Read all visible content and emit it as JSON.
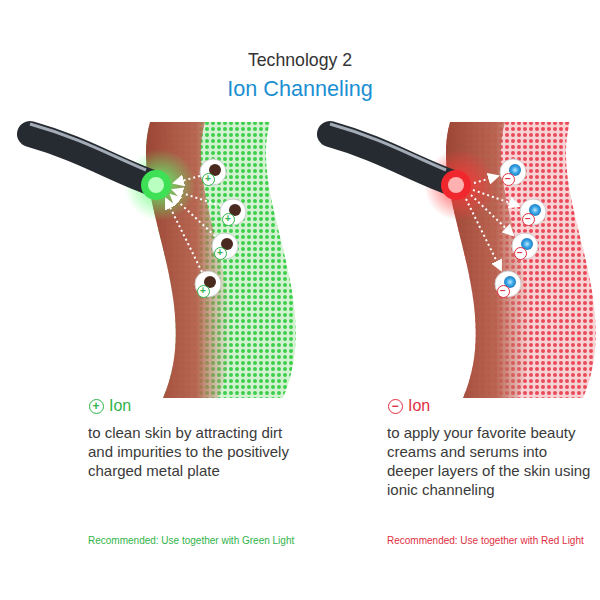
{
  "diagram": {
    "title": "Technology 2",
    "labels": [
      "Ion Channeling",
      "+",
      "+",
      "+",
      "+",
      "−",
      "−",
      "−",
      "−",
      "+",
      "Ion",
      "to clean skin by attracting dirt and impurities to the positively charged metal plate",
      "Recommended: Use together with Green Light",
      "−",
      "Ion",
      "to apply your favorite beauty creams and serums into deeper layers of the skin using ionic channeling",
      "Recommended: Use together with Red Light"
    ]
  }
}
